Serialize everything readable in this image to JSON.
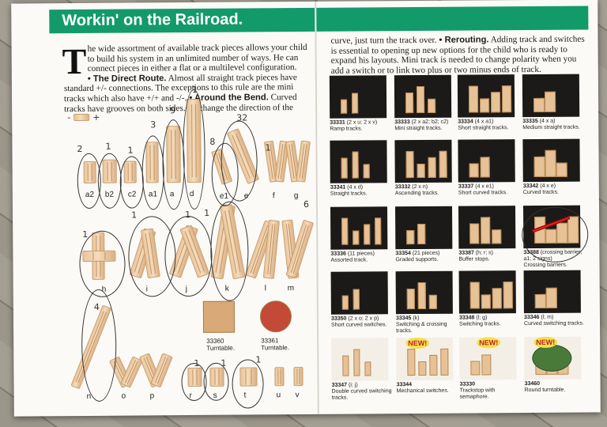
{
  "title": "Workin' on the Railroad.",
  "left_text": {
    "dropcap": "T",
    "l1": "he wide assortment of available track pieces allows your child",
    "l2": "to build his system in an unlimited number of ways. He can",
    "l3": "connect pieces in either a flat or a multilevel configuration.",
    "h1": "• The Direct Route.",
    "l4": " Almost all straight track pieces have",
    "l5": "standard +/- connections. The exceptions to this rule are the mini",
    "l6": "tracks which also have +/+ and -/-.",
    "h2": " • Around the Bend.",
    "l7": " Curved",
    "l8": "tracks have grooves on both sides. To change the direction of the"
  },
  "right_text": {
    "l1": "curve, just turn the track over.",
    "h1": " • Rerouting.",
    "l2": " Adding track and switches",
    "l3": "is essential to opening up new options for the child who is ready to",
    "l4": "expand his layouts. Mini track is needed to change polarity when you",
    "l5": "add a switch or to link two plus or two minus ends of track."
  },
  "polarity": {
    "minus": "-",
    "plus": "+"
  },
  "piece_letters": [
    "a2",
    "b2",
    "c2",
    "a1",
    "a",
    "d",
    "e1",
    "e",
    "f",
    "g",
    "h",
    "i",
    "j",
    "k",
    "l",
    "m",
    "n",
    "o",
    "p",
    "r",
    "s",
    "t",
    "u",
    "v"
  ],
  "turntables": [
    {
      "num": "33360",
      "name": "Turntable."
    },
    {
      "num": "33361",
      "name": "Turntable."
    }
  ],
  "handwritten": [
    "2",
    "1",
    "1",
    "3",
    "9",
    "1",
    "8",
    "32",
    "1",
    "1",
    "1",
    "1",
    "1",
    "4",
    "1",
    "1",
    "1",
    "6"
  ],
  "catalog": [
    {
      "id": "33331",
      "spec": "(2 x u; 2 x v)",
      "desc": "Ramp tracks."
    },
    {
      "id": "33333",
      "spec": "(2 x a2; b2; c2)",
      "desc": "Mini straight tracks."
    },
    {
      "id": "33334",
      "spec": "(4 x a1)",
      "desc": "Short straight tracks."
    },
    {
      "id": "33335",
      "spec": "(4 x a)",
      "desc": "Medium straight tracks."
    },
    {
      "id": "33341",
      "spec": "(4 x d)",
      "desc": "Straight tracks."
    },
    {
      "id": "33332",
      "spec": "(2 x n)",
      "desc": "Ascending tracks."
    },
    {
      "id": "33337",
      "spec": "(4 x e1)",
      "desc": "Short curved tracks."
    },
    {
      "id": "33342",
      "spec": "(4 x e)",
      "desc": "Curved tracks."
    },
    {
      "id": "33336",
      "spec": "(11 pieces)",
      "desc": "Assorted track."
    },
    {
      "id": "33354",
      "spec": "(21 pieces)",
      "desc": "Graded supports."
    },
    {
      "id": "33387",
      "spec": "(h; r; s)",
      "desc": "Buffer stops."
    },
    {
      "id": "33388",
      "spec": "(crossing barrier; a1; 2 signs)",
      "desc": "Crossing barriers."
    },
    {
      "id": "33350",
      "spec": "(2 x o; 2 x p)",
      "desc": "Short curved switches."
    },
    {
      "id": "33345",
      "spec": "(k)",
      "desc": "Switching & crossing tracks."
    },
    {
      "id": "33348",
      "spec": "(l; g)",
      "desc": "Switching tracks."
    },
    {
      "id": "33346",
      "spec": "(l; m)",
      "desc": "Curved switching tracks."
    },
    {
      "id": "33347",
      "spec": "(i; j)",
      "desc": "Double curved switching tracks."
    },
    {
      "id": "33344",
      "spec": "",
      "desc": "Mechanical switches."
    },
    {
      "id": "33330",
      "spec": "",
      "desc": "Trackstop with semaphore."
    },
    {
      "id": "33460",
      "spec": "",
      "desc": "Round turntable."
    }
  ],
  "new_badge": "NEW!",
  "colors": {
    "banner": "#139a6b",
    "wood": "#e6c296",
    "badge": "#f2e24a"
  }
}
